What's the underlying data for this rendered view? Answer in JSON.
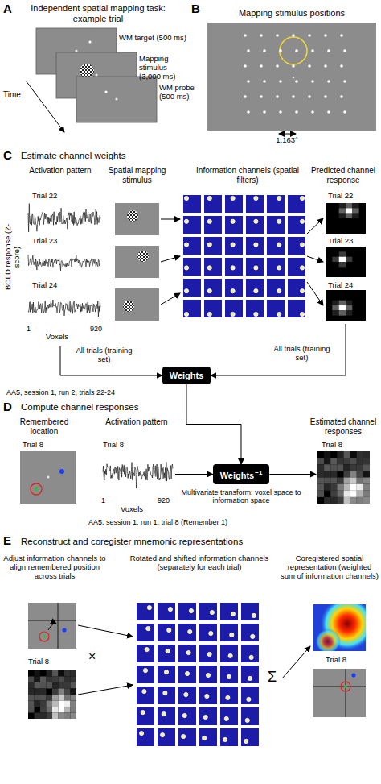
{
  "diagram": {
    "nodes": [
      {
        "text": [
          "Weights"
        ]
      },
      {
        "text": [
          "Weights",
          "−1"
        ]
      }
    ],
    "edges": [
      {
        "from": 0,
        "to": 1,
        "arrow": "to"
      }
    ],
    "labels": [
      "A",
      "Independent spatial mapping task: example trial",
      "WM target (500 ms)",
      "Mapping stimulus (3,000 ms)",
      "WM probe (500 ms)",
      "Time",
      "B",
      "Mapping stimulus positions",
      "1.163°",
      "C",
      "Estimate channel weights",
      "Activation pattern",
      "Spatial mapping stimulus",
      "Information channels (spatial filters)",
      "Predicted channel response",
      "BOLD response (Z-score)",
      "Trial 22",
      "Trial 23",
      "Trial 24",
      "1",
      "920",
      "Voxels",
      "Trial 22",
      "Trial 23",
      "Trial 24",
      "All trials (training set)",
      "All trials (training set)",
      "AA5, session 1, run 2, trials 22-24",
      "D",
      "Compute channel responses",
      "Remembered location",
      "Activation pattern",
      "Estimated channel responses",
      "Trial 8",
      "Trial 8",
      "Trial 8",
      "1",
      "920",
      "Voxels",
      "Multivariate transform: voxel space to information space",
      "AA5, session 1, run 1, trial 8 (Remember 1)",
      "E",
      "Reconstruct and coregister mnemonic representations",
      "Adjust information channels to align remembered position across trials",
      "Rotated and shifted information channels (separately for each trial)",
      "Coregistered spatial representation (weighted sum of information channels)",
      "Trial 8",
      "×",
      "Σ",
      "Trial 8"
    ]
  }
}
